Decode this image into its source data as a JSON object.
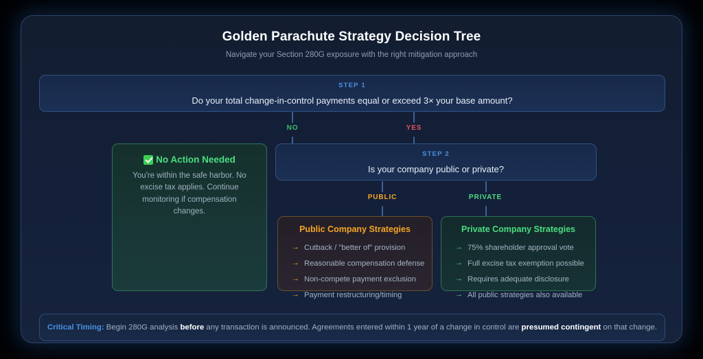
{
  "header": {
    "title": "Golden Parachute Strategy Decision Tree",
    "subtitle": "Navigate your Section 280G exposure with the right mitigation approach"
  },
  "step1": {
    "eyebrow": "STEP 1",
    "question": "Do your total change-in-control payments equal or exceed 3× your base amount?"
  },
  "step2": {
    "eyebrow": "STEP 2",
    "question": "Is your company public or private?"
  },
  "branches": {
    "no": "NO",
    "yes": "YES",
    "public": "PUBLIC",
    "private": "PRIVATE"
  },
  "outcome": {
    "icon": "white-check-mark",
    "title": "No Action Needed",
    "body": "You're within the safe harbor. No excise tax applies. Continue monitoring if compensation changes."
  },
  "public_strategies": {
    "title": "Public Company Strategies",
    "bullet": "→",
    "items": [
      "Cutback / \"better of\" provision",
      "Reasonable compensation defense",
      "Non-compete payment exclusion",
      "Payment restructuring/timing"
    ]
  },
  "private_strategies": {
    "title": "Private Company Strategies",
    "bullet": "→",
    "items": [
      "75% shareholder approval vote",
      "Full excise tax exemption possible",
      "Requires adequate disclosure",
      "All public strategies also available"
    ]
  },
  "footer": {
    "key": "Critical Timing:",
    "text_1": " Begin 280G analysis ",
    "emph_1": "before",
    "text_2": " any transaction is announced. Agreements entered within 1 year of a change in control are ",
    "emph_2": "presumed contingent",
    "text_3": " on that change."
  },
  "colors": {
    "page_background": "#000000",
    "card_background": "#14203a",
    "accent_blue": "#4a90e2",
    "accent_green": "#4ade80",
    "accent_orange": "#f5a623",
    "accent_red": "#e05260",
    "connector": "#3b6399"
  }
}
